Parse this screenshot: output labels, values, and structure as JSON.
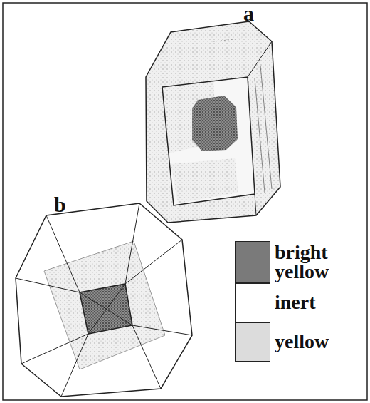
{
  "diagram": {
    "labels": [
      "a",
      "b"
    ],
    "legend": [
      {
        "text": "bright yellow",
        "color": "#7a7a7a"
      },
      {
        "text": "inert",
        "color": "#ffffff"
      },
      {
        "text": "yellow",
        "color": "#dcdcdc"
      }
    ]
  }
}
